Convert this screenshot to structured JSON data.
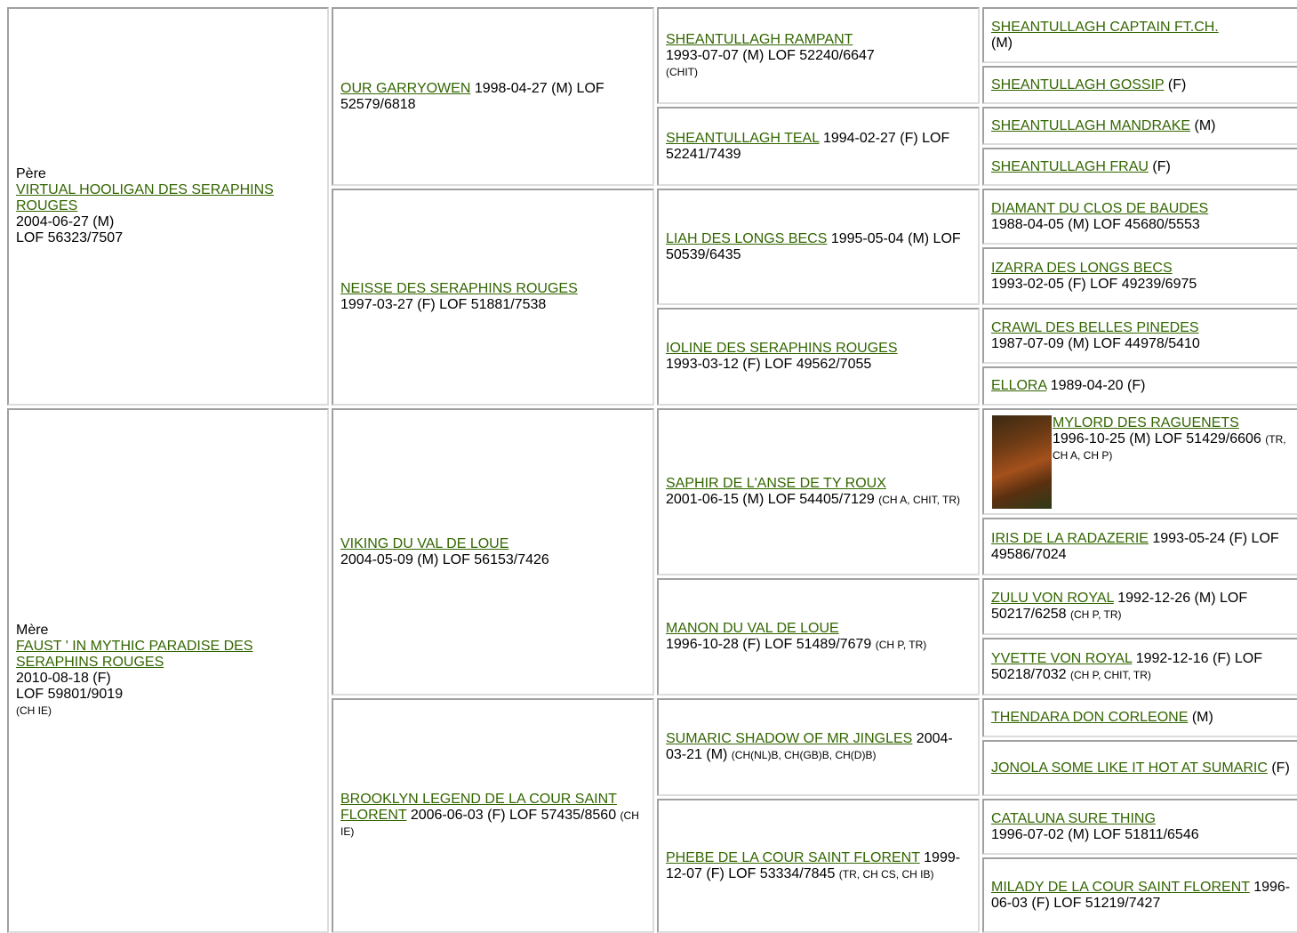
{
  "sire": {
    "role": "Père",
    "name": "VIRTUAL HOOLIGAN DES SERAPHINS ROUGES",
    "date": "2004-06-27 (M)",
    "lof": "LOF 56323/7507"
  },
  "dam": {
    "role": "Mère",
    "name": "FAUST ' IN MYTHIC PARADISE DES SERAPHINS ROUGES",
    "date": "2010-08-18 (F)",
    "lof": "LOF 59801/9019",
    "titles": "(CH IE)"
  },
  "gen2": [
    {
      "name": "OUR GARRYOWEN",
      "info": " 1998-04-27 (M) LOF 52579/6818",
      "titles": ""
    },
    {
      "name": "NEISSE DES SERAPHINS ROUGES",
      "info": "1997-03-27 (F) LOF 51881/7538",
      "titles": ""
    },
    {
      "name": "VIKING DU VAL DE LOUE",
      "info": "2004-05-09 (M) LOF 56153/7426",
      "titles": ""
    },
    {
      "name": "BROOKLYN LEGEND DE LA COUR SAINT FLORENT",
      "info": " 2006-06-03 (F) LOF 57435/8560 ",
      "titles": "(CH IE)"
    }
  ],
  "gen3": [
    {
      "name": "SHEANTULLAGH RAMPANT",
      "info": "1993-07-07 (M) LOF 52240/6647",
      "titles": "(CHIT)"
    },
    {
      "name": "SHEANTULLAGH TEAL",
      "info": " 1994-02-27 (F) LOF 52241/7439",
      "titles": ""
    },
    {
      "name": "LIAH DES LONGS BECS",
      "info": " 1995-05-04 (M) LOF 50539/6435",
      "titles": ""
    },
    {
      "name": "IOLINE DES SERAPHINS ROUGES",
      "info": "1993-03-12 (F) LOF 49562/7055",
      "titles": ""
    },
    {
      "name": "SAPHIR DE L'ANSE DE TY ROUX",
      "info": "2001-06-15 (M) LOF 54405/7129 ",
      "titles": "(CH A, CHIT, TR)"
    },
    {
      "name": "MANON DU VAL DE LOUE",
      "info": "1996-10-28 (F) LOF 51489/7679 ",
      "titles": "(CH P, TR)"
    },
    {
      "name": "SUMARIC SHADOW OF MR JINGLES",
      "info": " 2004-03-21 (M) ",
      "titles": "(CH(NL)B, CH(GB)B, CH(D)B)"
    },
    {
      "name": "PHEBE DE LA COUR SAINT FLORENT",
      "info": " 1999-12-07 (F) LOF 53334/7845 ",
      "titles": "(TR, CH CS, CH IB)"
    }
  ],
  "gen4": [
    {
      "name": "SHEANTULLAGH CAPTAIN FT.CH.",
      "info": " (M)",
      "titles": ""
    },
    {
      "name": "SHEANTULLAGH GOSSIP",
      "info": " (F)",
      "titles": ""
    },
    {
      "name": "SHEANTULLAGH MANDRAKE",
      "info": " (M)",
      "titles": ""
    },
    {
      "name": "SHEANTULLAGH FRAU",
      "info": " (F)",
      "titles": ""
    },
    {
      "name": "DIAMANT DU CLOS DE BAUDES",
      "info": "1988-04-05 (M) LOF 45680/5553",
      "titles": ""
    },
    {
      "name": "IZARRA DES LONGS BECS",
      "info": "1993-02-05 (F) LOF 49239/6975",
      "titles": ""
    },
    {
      "name": "CRAWL DES BELLES PINEDES",
      "info": "1987-07-09 (M) LOF 44978/5410",
      "titles": ""
    },
    {
      "name": "ELLORA",
      "info": " 1989-04-20 (F)",
      "titles": ""
    },
    {
      "name": "MYLORD DES RAGUENETS",
      "info": "1996-10-25 (M) LOF 51429/6606 ",
      "titles": "(TR, CH A, CH P)"
    },
    {
      "name": "IRIS DE LA RADAZERIE",
      "info": " 1993-05-24 (F) LOF 49586/7024",
      "titles": ""
    },
    {
      "name": "ZULU VON ROYAL",
      "info": " 1992-12-26 (M) LOF 50217/6258 ",
      "titles": "(CH P, TR)"
    },
    {
      "name": "YVETTE VON ROYAL",
      "info": " 1992-12-16 (F) LOF 50218/7032 ",
      "titles": "(CH P, CHIT, TR)"
    },
    {
      "name": "THENDARA DON CORLEONE",
      "info": " (M)",
      "titles": ""
    },
    {
      "name": "JONOLA SOME LIKE IT HOT AT SUMARIC",
      "info": " (F)",
      "titles": ""
    },
    {
      "name": "CATALUNA SURE THING",
      "info": "1996-07-02 (M) LOF 51811/6546",
      "titles": ""
    },
    {
      "name": "MILADY DE LA COUR SAINT FLORENT",
      "info": " 1996-06-03 (F) LOF 51219/7427",
      "titles": ""
    }
  ],
  "photo": {
    "icon": "dog-photo",
    "subject": "MYLORD DES RAGUENETS"
  },
  "colors": {
    "link": "#336600",
    "border_dark": "#a0a0a0",
    "border_light": "#dcdcdc"
  }
}
